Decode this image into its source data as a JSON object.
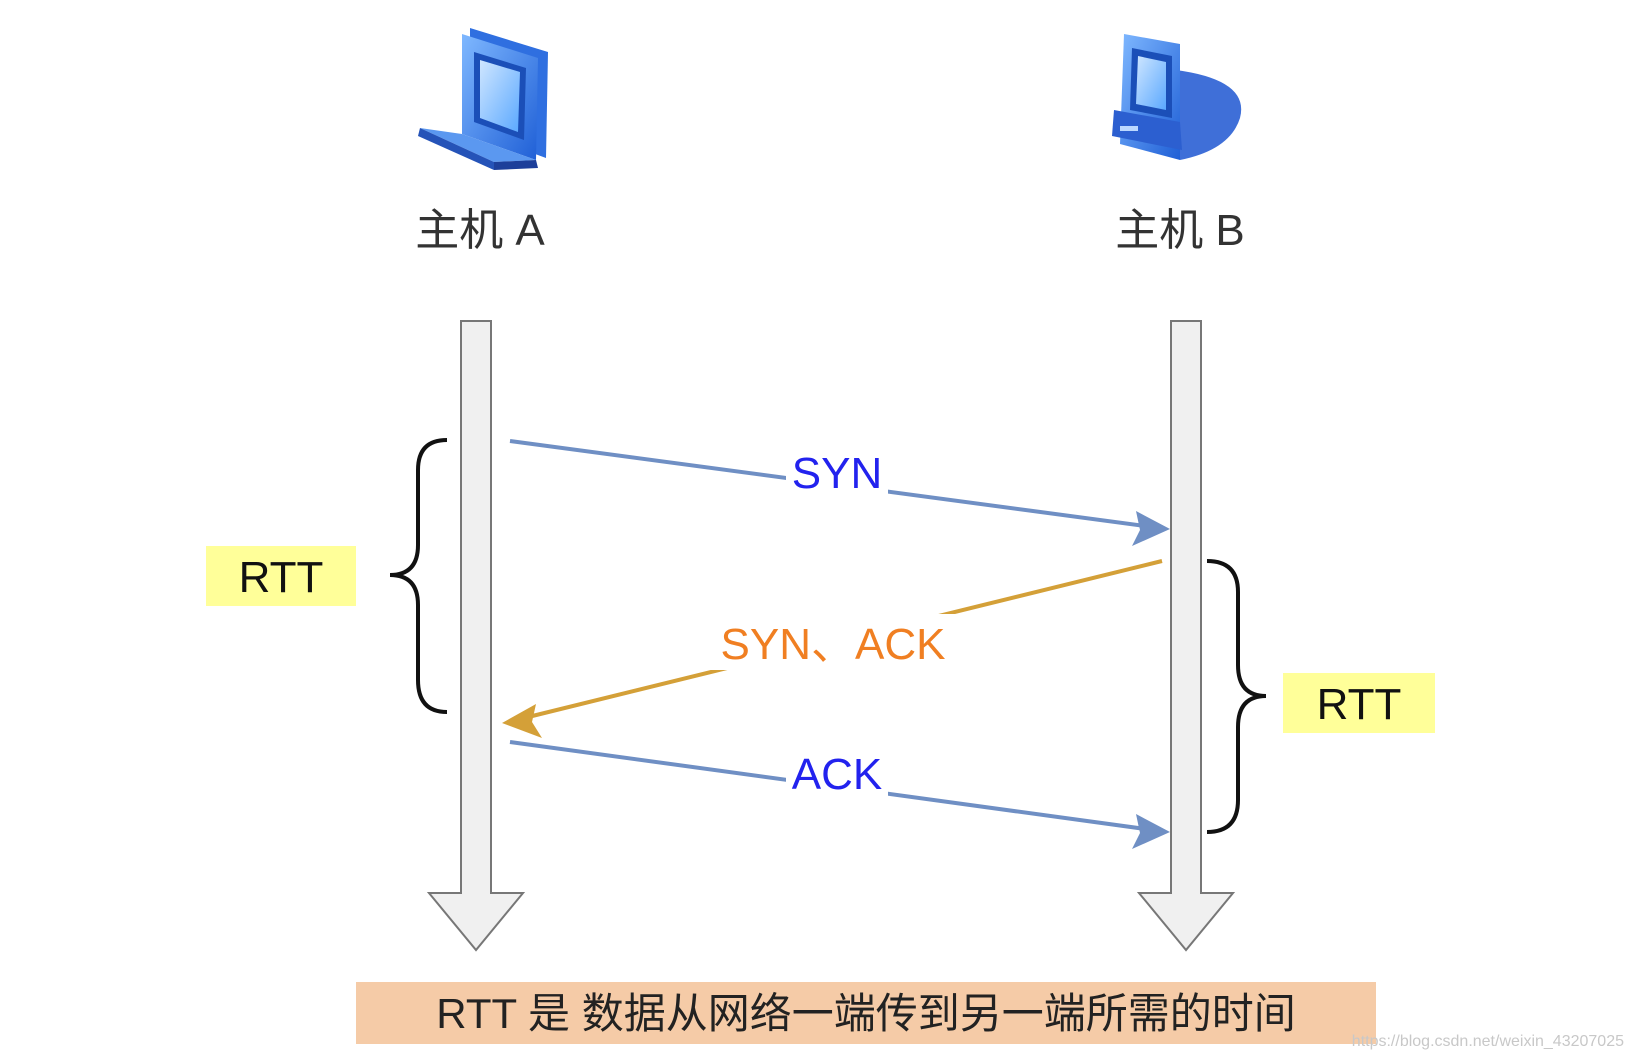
{
  "hosts": {
    "a": {
      "label": "主机 A",
      "icon": "laptop-icon"
    },
    "b": {
      "label": "主机 B",
      "icon": "desktop-computer-icon"
    }
  },
  "messages": [
    {
      "label": "SYN",
      "color": "#2222ee",
      "line_color": "#6f8fc4",
      "direction": "A→B"
    },
    {
      "label": "SYN、ACK",
      "color": "#f07f22",
      "line_color": "#d4a038",
      "direction": "B→A"
    },
    {
      "label": "ACK",
      "color": "#2222ee",
      "line_color": "#6f8fc4",
      "direction": "A→B"
    }
  ],
  "rtt": {
    "left_label": "RTT",
    "right_label": "RTT",
    "badge_color": "#ffff99"
  },
  "caption": {
    "text": "RTT 是 数据从网络一端传到另一端所需的时间",
    "background": "#f5cba7"
  },
  "watermark": "https://blog.csdn.net/weixin_43207025"
}
